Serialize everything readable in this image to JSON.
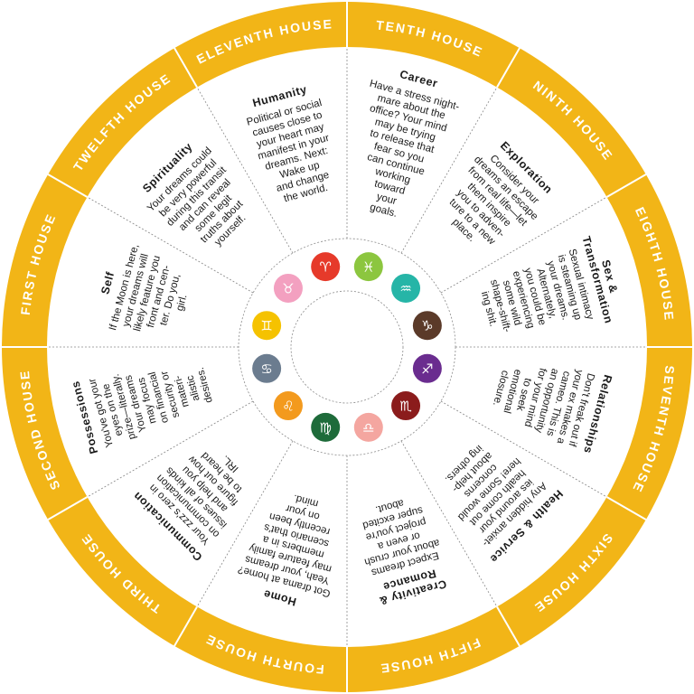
{
  "colors": {
    "ring": "#f2b517",
    "ring_line": "#ffffff",
    "divider": "#8a8a8a",
    "text": "#1a1a1a",
    "background": "#ffffff"
  },
  "houses": [
    {
      "label": "TENTH HOUSE",
      "title": "Career",
      "body": [
        "Have a stress night-",
        "mare about the",
        "office? Your mind",
        "may be trying",
        "to release that",
        "fear so you",
        "can continue",
        "working",
        "toward",
        "your",
        "goals."
      ]
    },
    {
      "label": "NINTH HOUSE",
      "title": "Exploration",
      "body": [
        "Consider your",
        "dreams an escape",
        "from real life—let",
        "them inspire",
        "you to adven-",
        "ture to a new",
        "place."
      ]
    },
    {
      "label": "EIGHTH HOUSE",
      "title": [
        "Sex &",
        "Transformation"
      ],
      "body": [
        "Sexual intimacy",
        "is steaming up",
        "your dreams.",
        "Alternately,",
        "you could be",
        "experiencing",
        "some wild",
        "shape-shift-",
        "ing shit."
      ]
    },
    {
      "label": "SEVENTH HOUSE",
      "title": "Relationships",
      "body": [
        "Don't freak out if",
        "your ex makes a",
        "cameo. This is",
        "an opportunity",
        "for your mind",
        "to seek",
        "emotional",
        "closure."
      ]
    },
    {
      "label": "SIXTH HOUSE",
      "title": "Health & Service",
      "body": [
        "Any hidden anxiet-",
        "ies around your",
        "health come out",
        "here! Some would",
        "concerns",
        "about help-",
        "ing others."
      ]
    },
    {
      "label": "FIFTH HOUSE",
      "title": [
        "Creativity &",
        "Romance"
      ],
      "body": [
        "Expect dreams",
        "about your crush",
        "or even a",
        "project you're",
        "super excited",
        "about."
      ]
    },
    {
      "label": "FOURTH HOUSE",
      "title": "Home",
      "body": [
        "Got drama at home?",
        "Yeah, your dreams",
        "may feature family",
        "members in a",
        "scenario that's",
        "recently been",
        "on your",
        "mind."
      ]
    },
    {
      "label": "THIRD HOUSE",
      "title": "Communication",
      "body": [
        "Your zzz's zero in",
        "on communication",
        "issues of all kinds",
        "and help you",
        "figure out how",
        "to be heard",
        "IRL."
      ]
    },
    {
      "label": "SECOND HOUSE",
      "title": "Possessions",
      "body": [
        "You've got your",
        "eyes on the",
        "prize—literally.",
        "Your dreams",
        "may focus",
        "on financial",
        "security or",
        "materi-",
        "alistic",
        "desires."
      ]
    },
    {
      "label": "FIRST HOUSE",
      "title": "Self",
      "body": [
        "If the Moon is here,",
        "your dreams will",
        "likely feature you",
        "front and cen-",
        "ter. Do you,",
        "girl."
      ]
    },
    {
      "label": "TWELFTH HOUSE",
      "title": "Spirituality",
      "body": [
        "Your dreams could",
        "be very powerful",
        "during this transit",
        "and can reveal",
        "some legit",
        "truths about",
        "yourself."
      ]
    },
    {
      "label": "ELEVENTH HOUSE",
      "title": "Humanity",
      "body": [
        "Political or social",
        "causes close to",
        "your heart may",
        "manifest in your",
        "dreams. Next:",
        "Wake up",
        "and change",
        "the world."
      ]
    }
  ],
  "signs": [
    {
      "name": "pisces-icon",
      "glyph": "♓",
      "color": "#8cc63f"
    },
    {
      "name": "aquarius-icon",
      "glyph": "♒",
      "color": "#26b5a7"
    },
    {
      "name": "capricorn-icon",
      "glyph": "♑",
      "color": "#5b3a29"
    },
    {
      "name": "sagittarius-icon",
      "glyph": "♐",
      "color": "#6a2c8f"
    },
    {
      "name": "scorpio-icon",
      "glyph": "♏",
      "color": "#8b1c1c"
    },
    {
      "name": "libra-icon",
      "glyph": "♎",
      "color": "#f4a6a0"
    },
    {
      "name": "virgo-icon",
      "glyph": "♍",
      "color": "#1e6b3a"
    },
    {
      "name": "leo-icon",
      "glyph": "♌",
      "color": "#f39a1e"
    },
    {
      "name": "cancer-icon",
      "glyph": "♋",
      "color": "#6b7c8f"
    },
    {
      "name": "gemini-icon",
      "glyph": "♊",
      "color": "#f5c200"
    },
    {
      "name": "taurus-icon",
      "glyph": "♉",
      "color": "#f3a0c0"
    },
    {
      "name": "aries-icon",
      "glyph": "♈",
      "color": "#e63a2a"
    }
  ]
}
